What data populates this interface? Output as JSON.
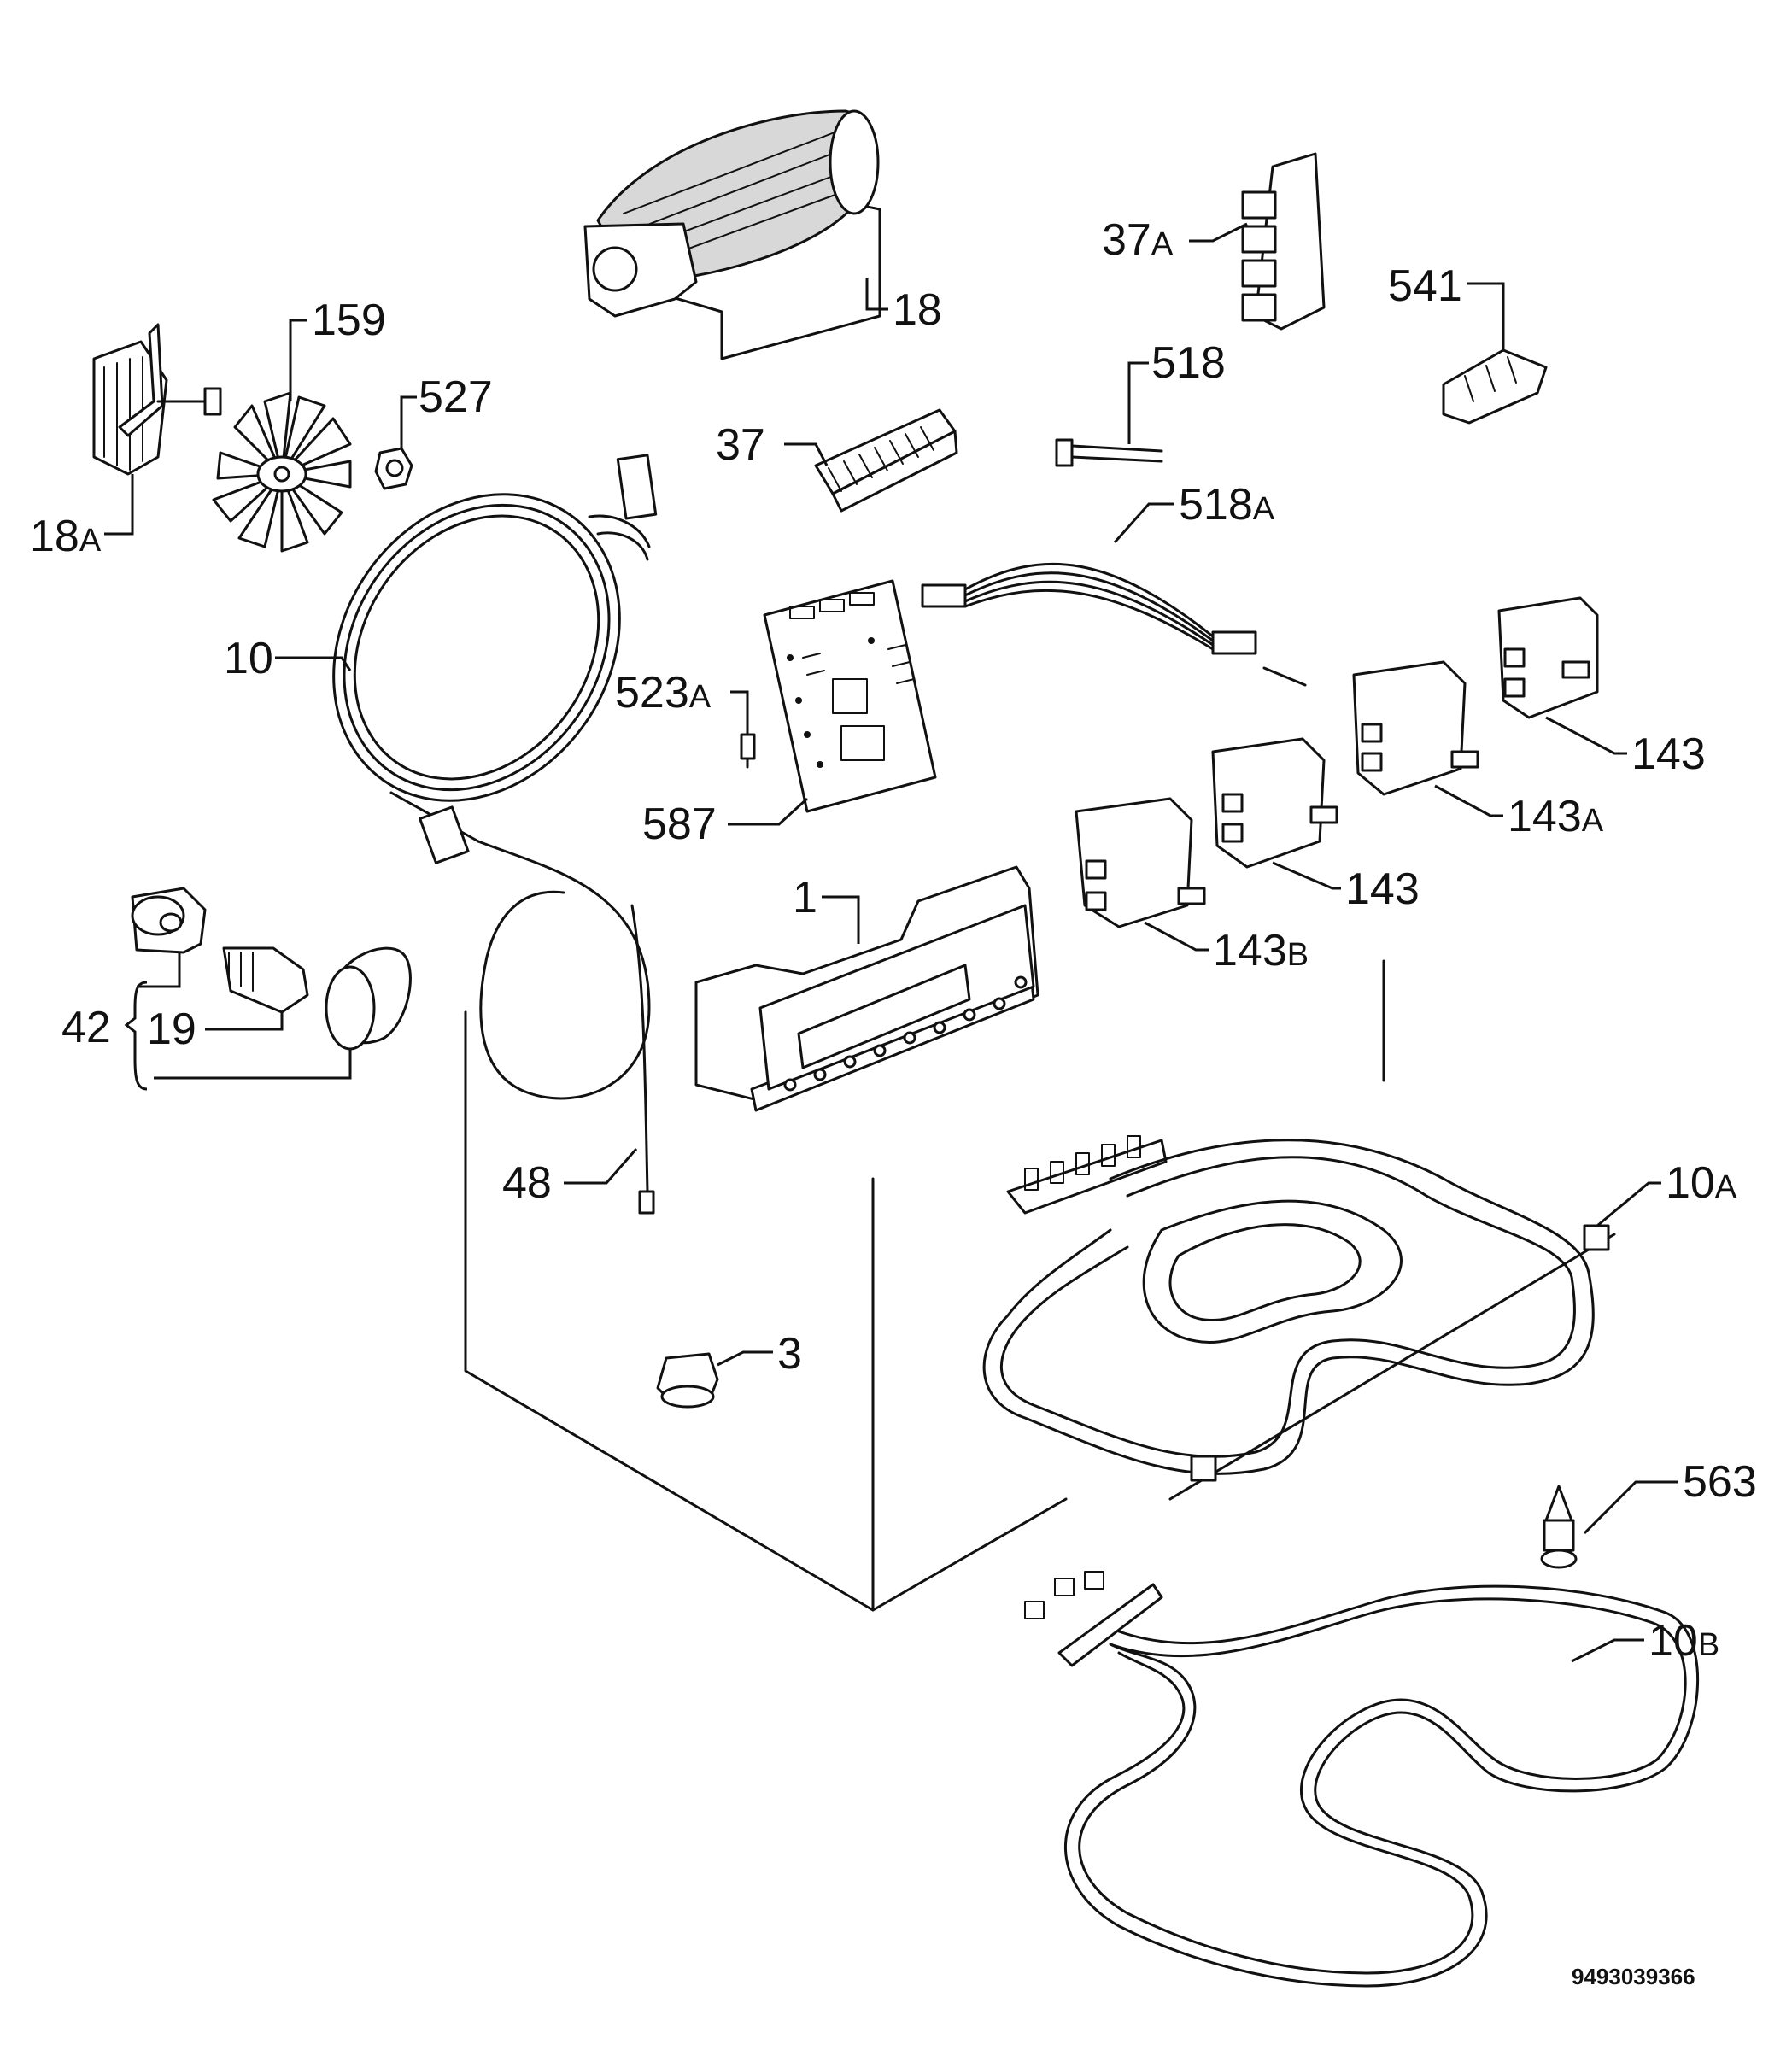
{
  "labels": {
    "l1": "1",
    "l3": "3",
    "l10": "10",
    "l10a_main": "10",
    "l10a_suffix": "A",
    "l10b_main": "10",
    "l10b_suffix": "B",
    "l18": "18",
    "l18a_main": "18",
    "l18a_suffix": "A",
    "l19": "19",
    "l37": "37",
    "l37a_main": "37",
    "l37a_suffix": "A",
    "l42": "42",
    "l48": "48",
    "l143_top": "143",
    "l143_mid": "143",
    "l143a_main": "143",
    "l143a_suffix": "A",
    "l143b_main": "143",
    "l143b_suffix": "B",
    "l159": "159",
    "l518": "518",
    "l518a_main": "518",
    "l518a_suffix": "A",
    "l523a_main": "523",
    "l523a_suffix": "A",
    "l527": "527",
    "l541": "541",
    "l563": "563",
    "l587": "587"
  },
  "document_number": "9493039366"
}
